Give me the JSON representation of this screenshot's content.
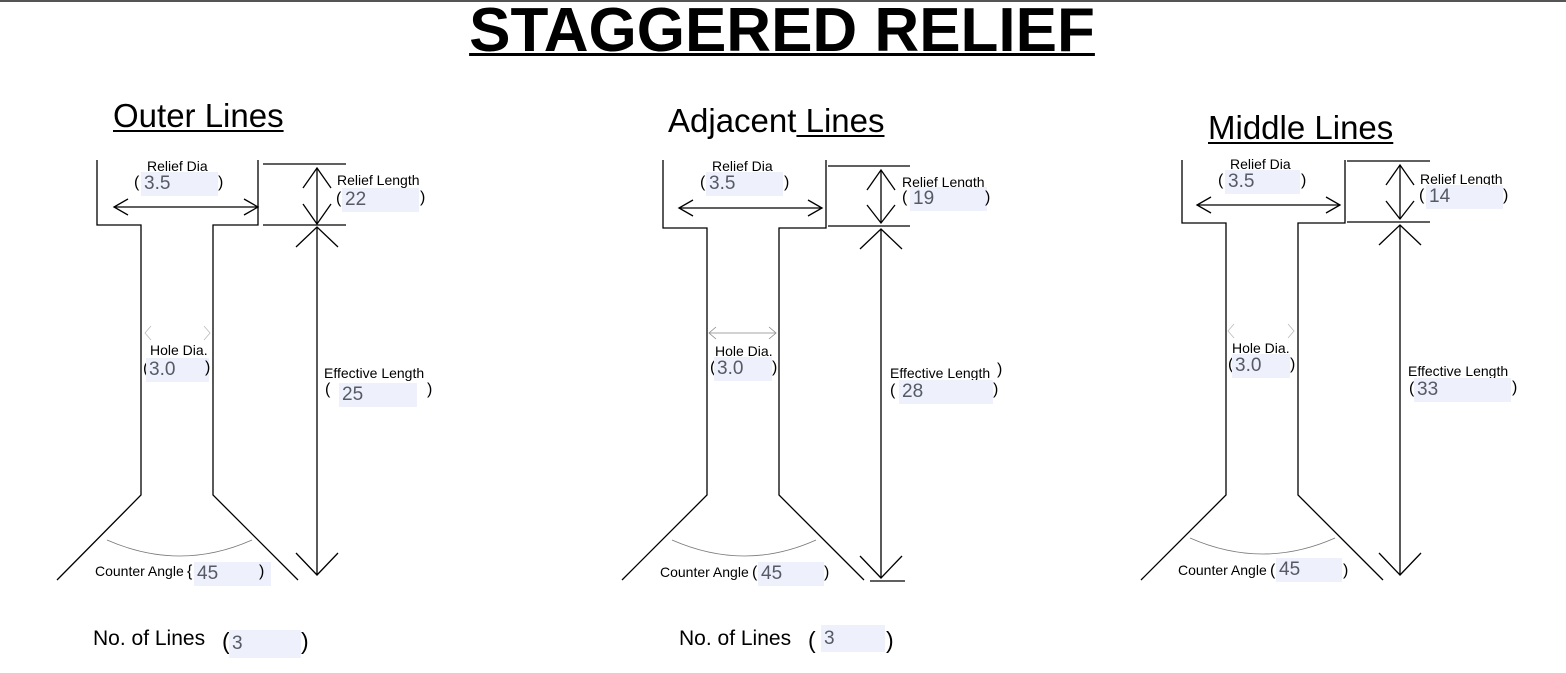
{
  "title": "STAGGERED RELIEF",
  "labels": {
    "relief_dia": "Relief  Dia",
    "relief_length": "Relief  Length",
    "hole_dia": "Hole Dia.",
    "effective_length": "Effective  Length",
    "counter_angle": "Counter Angle",
    "no_of_lines": "No. of Lines"
  },
  "sections": [
    {
      "heading_a": "Outer Lines",
      "heading_b": "",
      "relief_dia": "3.5",
      "relief_length": "22",
      "hole_dia": "3.0",
      "effective_length": "25",
      "counter_angle": "45",
      "no_of_lines": "3"
    },
    {
      "heading_a": "Adjacent",
      "heading_b": " Lines",
      "relief_dia": "3.5",
      "relief_length": "19",
      "hole_dia": "3.0",
      "effective_length": "28",
      "counter_angle": "45",
      "no_of_lines": "3"
    },
    {
      "heading_a": "Middle Lines",
      "heading_b": "",
      "relief_dia": "3.5",
      "relief_length": "14",
      "hole_dia": "3.0",
      "effective_length": "33",
      "counter_angle": "45",
      "no_of_lines": ""
    }
  ]
}
